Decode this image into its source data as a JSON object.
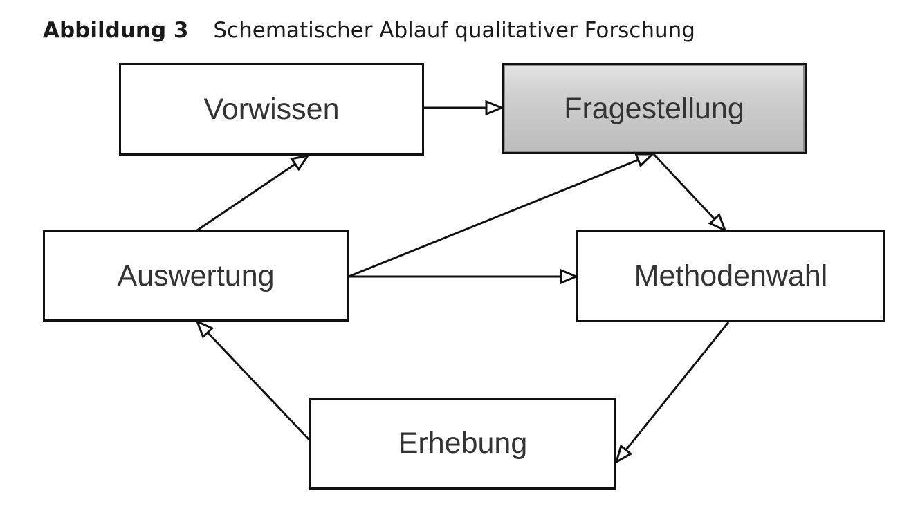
{
  "caption": {
    "label": "Abbildung 3",
    "title": "Schematischer Ablauf qualitativer Forschung"
  },
  "nodes": {
    "vorwissen": "Vorwissen",
    "fragestellung": "Fragestellung",
    "auswertung": "Auswertung",
    "methodenwahl": "Methodenwahl",
    "erhebung": "Erhebung"
  },
  "highlighted_node": "fragestellung",
  "edges": [
    {
      "from": "vorwissen",
      "to": "fragestellung"
    },
    {
      "from": "fragestellung",
      "to": "methodenwahl"
    },
    {
      "from": "auswertung",
      "to": "vorwissen"
    },
    {
      "from": "auswertung",
      "to": "fragestellung"
    },
    {
      "from": "auswertung",
      "to": "methodenwahl"
    },
    {
      "from": "methodenwahl",
      "to": "erhebung"
    },
    {
      "from": "erhebung",
      "to": "auswertung"
    }
  ],
  "colors": {
    "stroke": "#111111",
    "text": "#333333",
    "highlight_fill": "#c8c8c8"
  }
}
